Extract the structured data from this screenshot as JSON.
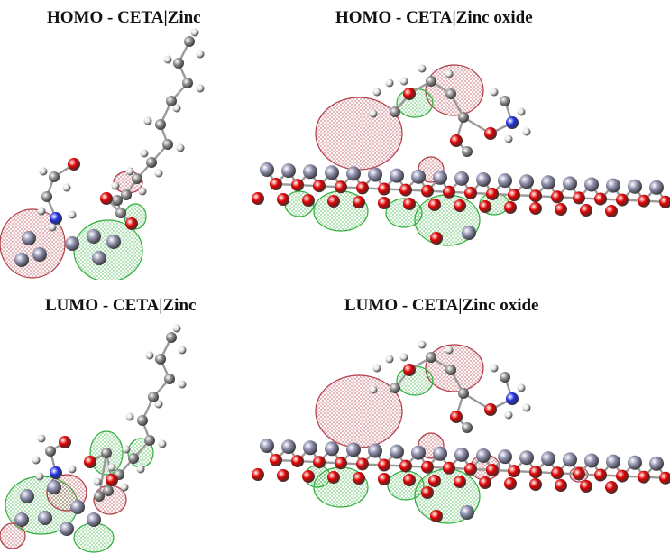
{
  "panels": [
    {
      "id": "homo-zinc",
      "title": "HOMO - CETA|Zinc"
    },
    {
      "id": "homo-zinc-oxide",
      "title": "HOMO - CETA|Zinc oxide"
    },
    {
      "id": "lumo-zinc",
      "title": "LUMO - CETA|Zinc"
    },
    {
      "id": "lumo-zinc-oxide",
      "title": "LUMO - CETA|Zinc oxide"
    }
  ],
  "colors": {
    "carbon": "#8c8c8c",
    "hydrogen": "#e6e6e6",
    "oxygen": "#e00000",
    "nitrogen": "#1e2ee0",
    "zinc": "#8e8eae",
    "orbital_positive": "#2fae3a",
    "orbital_negative": "#b23a45"
  }
}
